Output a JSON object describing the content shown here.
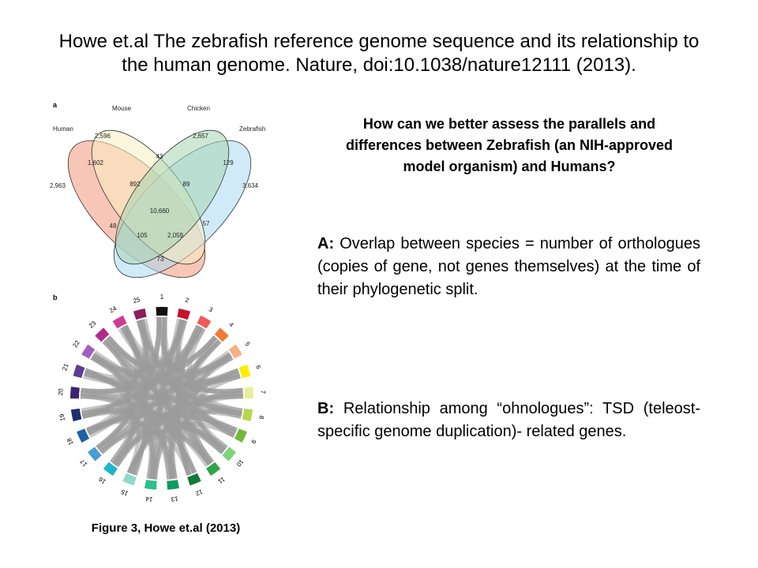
{
  "slide": {
    "title_line1": "Howe et.al   The zebrafish reference genome sequence and its relationship to",
    "title_line2": "the human genome. Nature, doi:10.1038/nature12111 (2013).",
    "question": "How can we better assess the parallels and differences between Zebrafish (an NIH-approved model organism) and Humans?",
    "point_a": {
      "label": "A:",
      "text": "Overlap between species = number of orthologues (copies of gene, not genes themselves) at the time of their phylogenetic split."
    },
    "point_b": {
      "label": "B:",
      "text": "Relationship among “ohnologues”: TSD (teleost-specific genome duplication)- related genes."
    },
    "caption": "Figure 3, Howe et.al (2013)"
  },
  "figure": {
    "panel_a_label": "a",
    "panel_b_label": "b",
    "venn": {
      "sets": [
        {
          "name": "Human",
          "color": "#f4a78f"
        },
        {
          "name": "Mouse",
          "color": "#f7efc2"
        },
        {
          "name": "Chicken",
          "color": "#a8d5b2"
        },
        {
          "name": "Zebrafish",
          "color": "#a9d9f2"
        }
      ],
      "regions": [
        {
          "id": "human_only",
          "value": "2,963"
        },
        {
          "id": "mouse_only",
          "value": "2,596"
        },
        {
          "id": "chicken_only",
          "value": "2,657"
        },
        {
          "id": "zebrafish_only",
          "value": "3,634"
        },
        {
          "id": "human_mouse",
          "value": "1,602"
        },
        {
          "id": "mouse_chicken",
          "value": "43"
        },
        {
          "id": "chicken_zebrafish",
          "value": "129"
        },
        {
          "id": "human_mouse_chicken",
          "value": "892"
        },
        {
          "id": "mouse_chicken_zebrafish",
          "value": "89"
        },
        {
          "id": "all_four",
          "value": "10,660"
        },
        {
          "id": "human_chicken",
          "value": "48"
        },
        {
          "id": "mouse_zebrafish",
          "value": "57"
        },
        {
          "id": "human_chicken_zebrafish",
          "value": "105"
        },
        {
          "id": "human_mouse_zebrafish",
          "value": "2,059"
        },
        {
          "id": "human_zebrafish",
          "value": "73"
        }
      ]
    },
    "circos": {
      "chromosomes": [
        {
          "label": "1",
          "color": "#111111"
        },
        {
          "label": "2",
          "color": "#c8102e"
        },
        {
          "label": "3",
          "color": "#ef5a5a"
        },
        {
          "label": "4",
          "color": "#f07b35"
        },
        {
          "label": "5",
          "color": "#f4b183"
        },
        {
          "label": "6",
          "color": "#ffee00"
        },
        {
          "label": "7",
          "color": "#e8ef9a"
        },
        {
          "label": "8",
          "color": "#b7d84a"
        },
        {
          "label": "9",
          "color": "#72b83c"
        },
        {
          "label": "10",
          "color": "#7fd37a"
        },
        {
          "label": "11",
          "color": "#2fa34a"
        },
        {
          "label": "12",
          "color": "#137a3a"
        },
        {
          "label": "13",
          "color": "#0e9a62"
        },
        {
          "label": "14",
          "color": "#2ebf8e"
        },
        {
          "label": "15",
          "color": "#8ed9c8"
        },
        {
          "label": "16",
          "color": "#1fb6c9"
        },
        {
          "label": "17",
          "color": "#4a9bd6"
        },
        {
          "label": "18",
          "color": "#1f5fa6"
        },
        {
          "label": "19",
          "color": "#1c2e6e"
        },
        {
          "label": "20",
          "color": "#3b2470"
        },
        {
          "label": "21",
          "color": "#5e3c99"
        },
        {
          "label": "22",
          "color": "#a35fbf"
        },
        {
          "label": "23",
          "color": "#b02a8a"
        },
        {
          "label": "24",
          "color": "#cc3d96"
        },
        {
          "label": "25",
          "color": "#8a1f5c"
        }
      ],
      "link_color": "#9a9a9a"
    }
  }
}
